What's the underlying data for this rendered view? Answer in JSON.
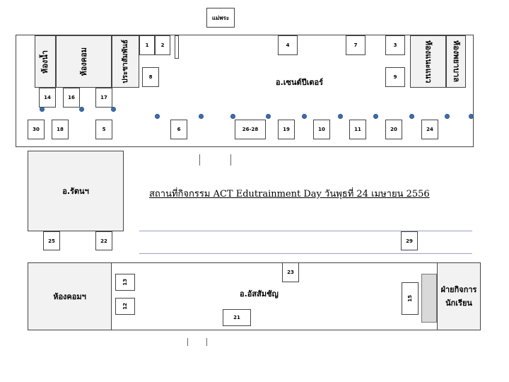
{
  "title": "สถานที่กิจกรรม ACT Edutrainment Day วันพุธที่ 24 เมษายน 2556",
  "landmarks": {
    "shrine": "แม่พระ",
    "toilet": "ห้องน้ำ",
    "computer_room_top": "ห้องคอม",
    "pr_room": "ประชาสัมพันธ์",
    "center_building": "อ.เซนต์ปีเตอร์",
    "rattana_building": "อ.รัตนฯ",
    "right_room_1": "ห้องแนะแนว",
    "right_room_2": "ห้องพยาบาล",
    "computer_room_bottom": "ห้องคอมฯ",
    "assumption_building": "อ.อัสสัมชัญ",
    "student_affairs_line1": "ฝ่ายกิจการ",
    "student_affairs_line2": "นักเรียน"
  },
  "booths": {
    "b1": "1",
    "b2": "2",
    "b3": "3",
    "b4": "4",
    "b5": "5",
    "b6": "6",
    "b7": "7",
    "b8": "8",
    "b9": "9",
    "b10": "10",
    "b11": "11",
    "b12": "12",
    "b13": "13",
    "b14": "14",
    "b15": "15",
    "b16": "16",
    "b17": "17",
    "b18": "18",
    "b19": "19",
    "b20": "20",
    "b21": "21",
    "b22": "22",
    "b23": "23",
    "b24": "24",
    "b25": "25",
    "b26_28": "26-28",
    "b29": "29",
    "b30": "30"
  },
  "colors": {
    "dot": "#3d6fb0",
    "line": "#9aa0c8"
  }
}
